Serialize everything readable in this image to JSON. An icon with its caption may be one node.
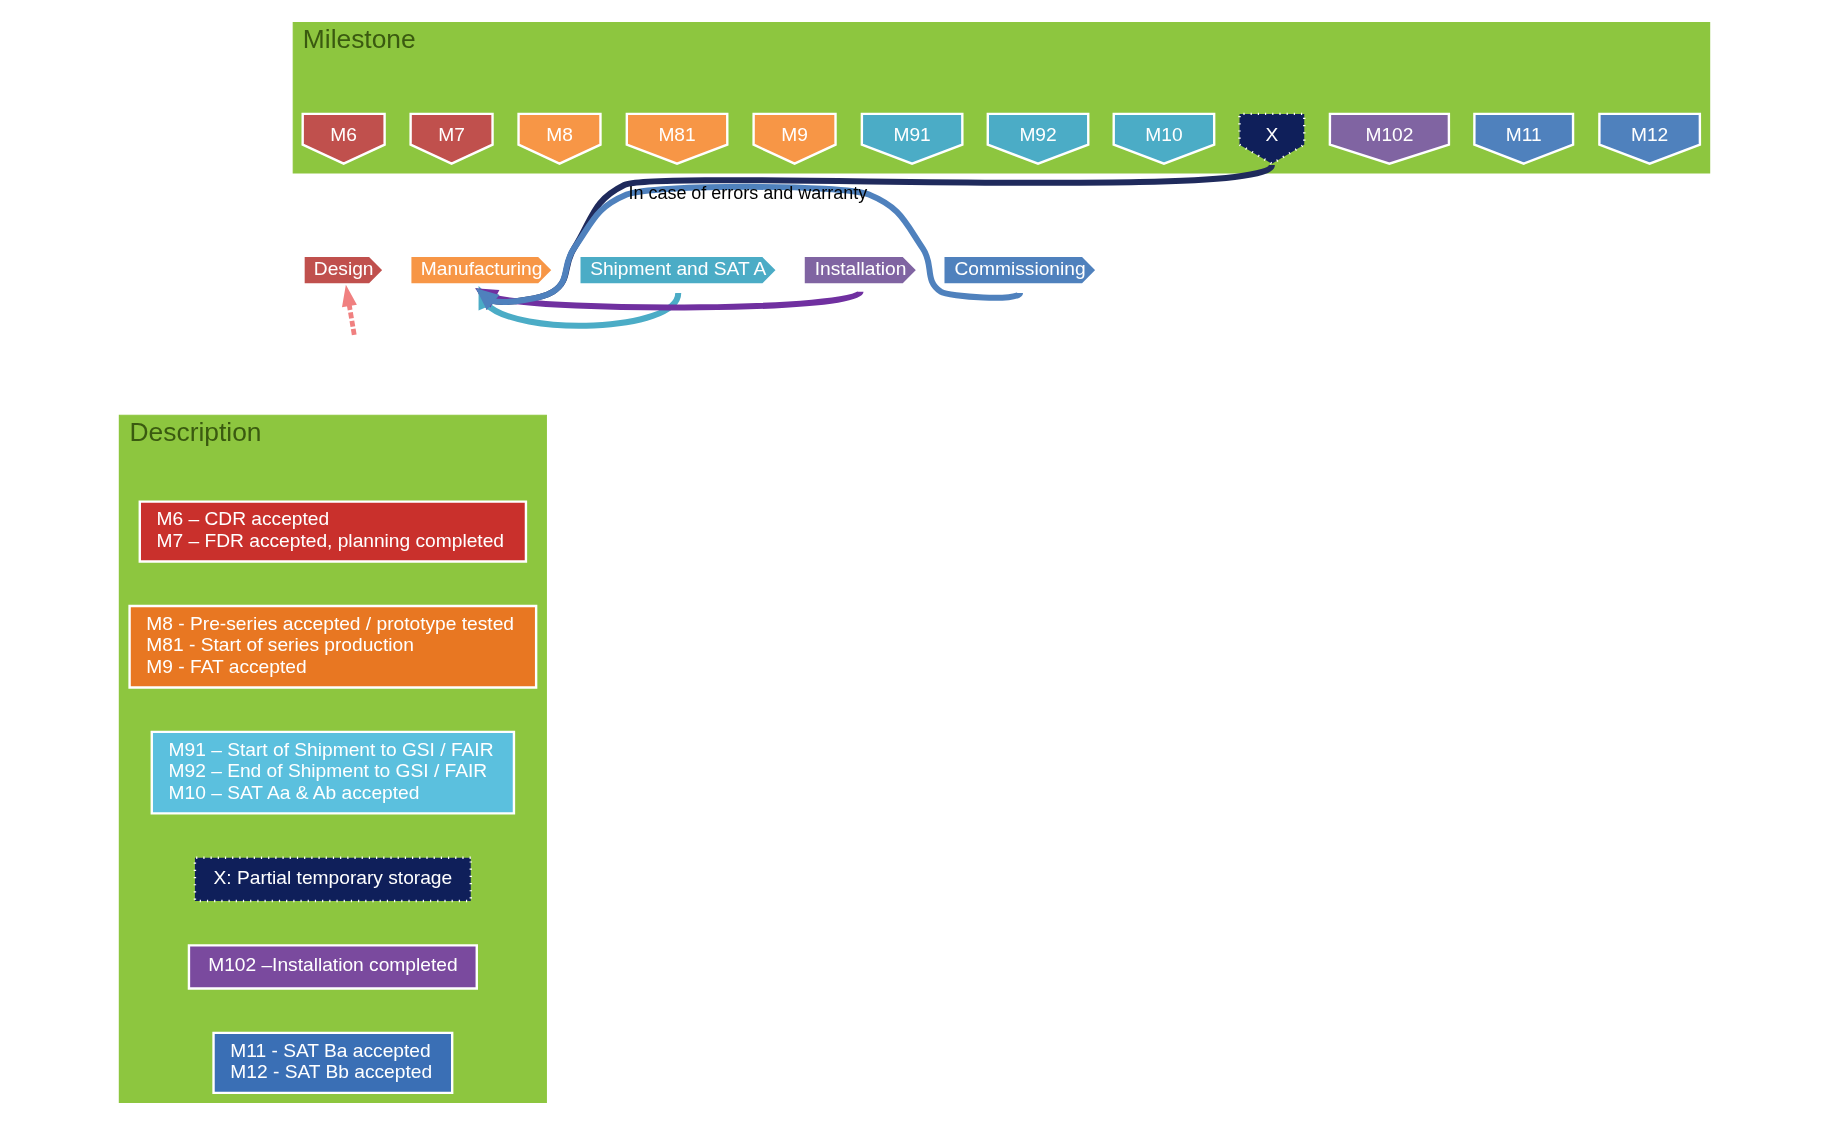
{
  "diagram": {
    "nodes": [
      {
        "text": [
          "Milestone"
        ]
      },
      {
        "text": [
          "Description"
        ]
      },
      {
        "text": [
          "M6"
        ],
        "in": 0
      },
      {
        "text": [
          "M7"
        ],
        "in": 0
      },
      {
        "text": [
          "M8"
        ],
        "in": 0
      },
      {
        "text": [
          "M81"
        ],
        "in": 0
      },
      {
        "text": [
          "M9"
        ],
        "in": 0
      },
      {
        "text": [
          "M91"
        ],
        "in": 0
      },
      {
        "text": [
          "M92"
        ],
        "in": 0
      },
      {
        "text": [
          "M10"
        ],
        "in": 0
      },
      {
        "text": [
          "X"
        ],
        "in": 0
      },
      {
        "text": [
          "M102"
        ],
        "in": 0
      },
      {
        "text": [
          "M11"
        ],
        "in": 0
      },
      {
        "text": [
          "M12"
        ],
        "in": 0
      },
      {
        "text": [
          "Design"
        ]
      },
      {
        "text": [
          "Manufacturing"
        ]
      },
      {
        "text": [
          "Shipment and SAT A"
        ]
      },
      {
        "text": [
          "Installation"
        ]
      },
      {
        "text": [
          "Commissioning"
        ]
      },
      {
        "text": [
          "M6 – CDR accepted",
          "M7 – FDR accepted, planning completed"
        ],
        "in": 1
      },
      {
        "text": [
          "M8 - Pre-series accepted / prototype tested",
          "M81 - Start of series production",
          "M9 - FAT accepted"
        ],
        "in": 1
      },
      {
        "text": [
          "M91 – Start of Shipment to GSI / FAIR",
          "M92 – End of Shipment to GSI / FAIR",
          "M10 – SAT Aa & Ab accepted"
        ],
        "in": 1
      },
      {
        "text": [
          "X: Partial temporary storage"
        ],
        "in": 1
      },
      {
        "text": [
          "M102 –Installation completed"
        ],
        "in": 1
      },
      {
        "text": [
          "M11 - SAT Ba accepted",
          "M12 - SAT Bb accepted"
        ],
        "in": 1
      }
    ],
    "edges": [
      {
        "from": 16,
        "to": 15,
        "arrow": "to",
        "color": "#4bacc6"
      },
      {
        "from": 10,
        "to": 15,
        "arrow": "to",
        "color": "#1f2a5c"
      },
      {
        "from": 17,
        "to": 15,
        "arrow": "to",
        "color": "#7030a0"
      },
      {
        "from": 18,
        "to": 15,
        "arrow": "to",
        "color": "#4f81bd",
        "label": "In case of errors and warranty"
      },
      {
        "from": null,
        "to": 14,
        "arrow": "to",
        "style": "dashed",
        "color": "#f08080"
      }
    ]
  }
}
